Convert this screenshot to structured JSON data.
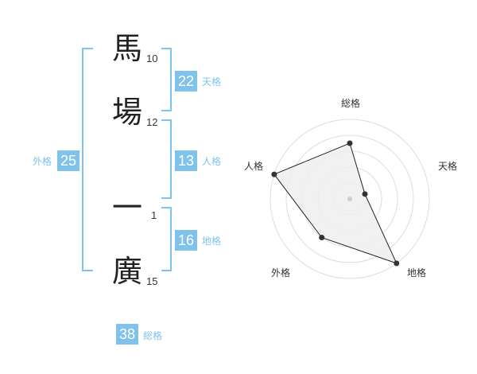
{
  "name_chars": [
    {
      "char": "馬",
      "strokes": "10"
    },
    {
      "char": "場",
      "strokes": "12"
    },
    {
      "char": "一",
      "strokes": "1"
    },
    {
      "char": "廣",
      "strokes": "15"
    }
  ],
  "scores": {
    "tenkaku": {
      "label": "天格",
      "value": "22"
    },
    "jinkaku": {
      "label": "人格",
      "value": "13"
    },
    "chikaku": {
      "label": "地格",
      "value": "16"
    },
    "gaikaku": {
      "label": "外格",
      "value": "25"
    },
    "soukaku": {
      "label": "総格",
      "value": "38"
    }
  },
  "colors": {
    "accent": "#7fc3ec",
    "radar_fill": "#efefef",
    "radar_line": "#222222"
  },
  "chart_data": {
    "type": "radar",
    "axes": [
      "総格",
      "天格",
      "地格",
      "外格",
      "人格"
    ],
    "values": [
      0.7,
      0.2,
      1.0,
      0.6,
      1.0
    ],
    "scale_max": 1,
    "rings": 5
  }
}
